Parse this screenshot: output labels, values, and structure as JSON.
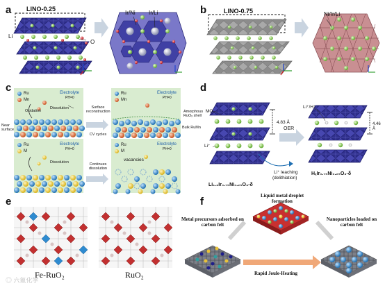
{
  "panels": {
    "a": {
      "letter": "a",
      "title": "LINO-0.25",
      "label_li": "Li",
      "label_o": "O",
      "label_ir_ni": "Ir/Ni",
      "label_ir_li": "Ir/Li"
    },
    "b": {
      "letter": "b",
      "title": "LINO-0.75",
      "label_ni_ir_li": "Ni/Ir/Li"
    },
    "c": {
      "letter": "c",
      "legend_top": [
        "Ru",
        "Mn"
      ],
      "legend_bottom": [
        "Ru",
        "M"
      ],
      "electrolyte": "Electrolyte",
      "ph": "PH=0",
      "oxidation": "Oxidation",
      "dissolution": "Dissolution",
      "near_surface": "Near surface",
      "surface_reconstruction": "Surface reconstruction",
      "cv_cycles": "CV cycles",
      "continues_dissolution": "Continues dissolution",
      "amorphous_shell": "Amorphous RuOₓ shell",
      "bulk": "Bulk RuMn",
      "vacancies": "vacancies"
    },
    "d": {
      "letter": "d",
      "mo6": "MO₆",
      "li_plus": "Li⁺",
      "spacing_1": "4.83 Å",
      "spacing_2": "4.46 Å",
      "oer": "OER",
      "li_h": "Li⁺/H⁺",
      "leaching": "Li⁺ leaching",
      "delithiation": "(delithiation)",
      "formula_1": "Li₁.₃Ir₀.₇₅Ni₀.₂₅O₃-δ",
      "formula_2": "HₓIr₀.₇₅Ni₀.₂₅O₃-δ"
    },
    "e": {
      "letter": "e",
      "caption_1": "Fe-RuO₂",
      "caption_2": "RuO₂"
    },
    "f": {
      "letter": "f",
      "text_left": "Metal precursors adsorbed on carbon felt",
      "text_top": "Liquid metal droplet formation",
      "text_right": "Nanoparticles loaded on carbon felt",
      "text_bottom": "Rapid Joule-Heating"
    }
  },
  "colors": {
    "octa_blue": "#3a3aa0",
    "octa_edge": "#1c1c6a",
    "li_green": "#8fd14f",
    "o_red": "#d8232a",
    "grey_slab": "#9a9a9a",
    "ru_blue": "#2e8bd0",
    "mn_orange": "#e0703a",
    "m_yellow": "#f2d23c",
    "panel_green": "#d9ecd0",
    "arrow_grey": "#c9d4e0",
    "joule_orange": "#f0a878"
  },
  "watermark": "◎ 六氪化学"
}
